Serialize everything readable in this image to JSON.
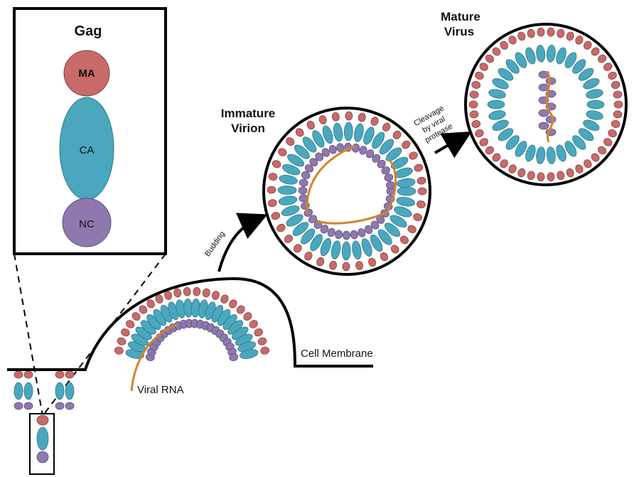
{
  "gag_panel": {
    "title": "Gag",
    "domains": [
      {
        "label": "MA",
        "color": "#c86a6a"
      },
      {
        "label": "CA",
        "color": "#4aa7bd"
      },
      {
        "label": "NC",
        "color": "#8e78ae"
      }
    ]
  },
  "labels": {
    "immature_line1": "Immature",
    "immature_line2": "Virion",
    "mature_line1": "Mature",
    "mature_line2": "Virus",
    "budding": "Budding",
    "cleavage_line1": "Cleavage",
    "cleavage_line2": "by viral",
    "cleavage_line3": "protease",
    "cell_membrane": "Cell Membrane",
    "viral_rna": "Viral RNA"
  },
  "colors": {
    "ma": "#c86a6a",
    "ca": "#4aa7bd",
    "nc": "#8e78ae",
    "rna": "#d4832a",
    "outline": "#000000"
  }
}
